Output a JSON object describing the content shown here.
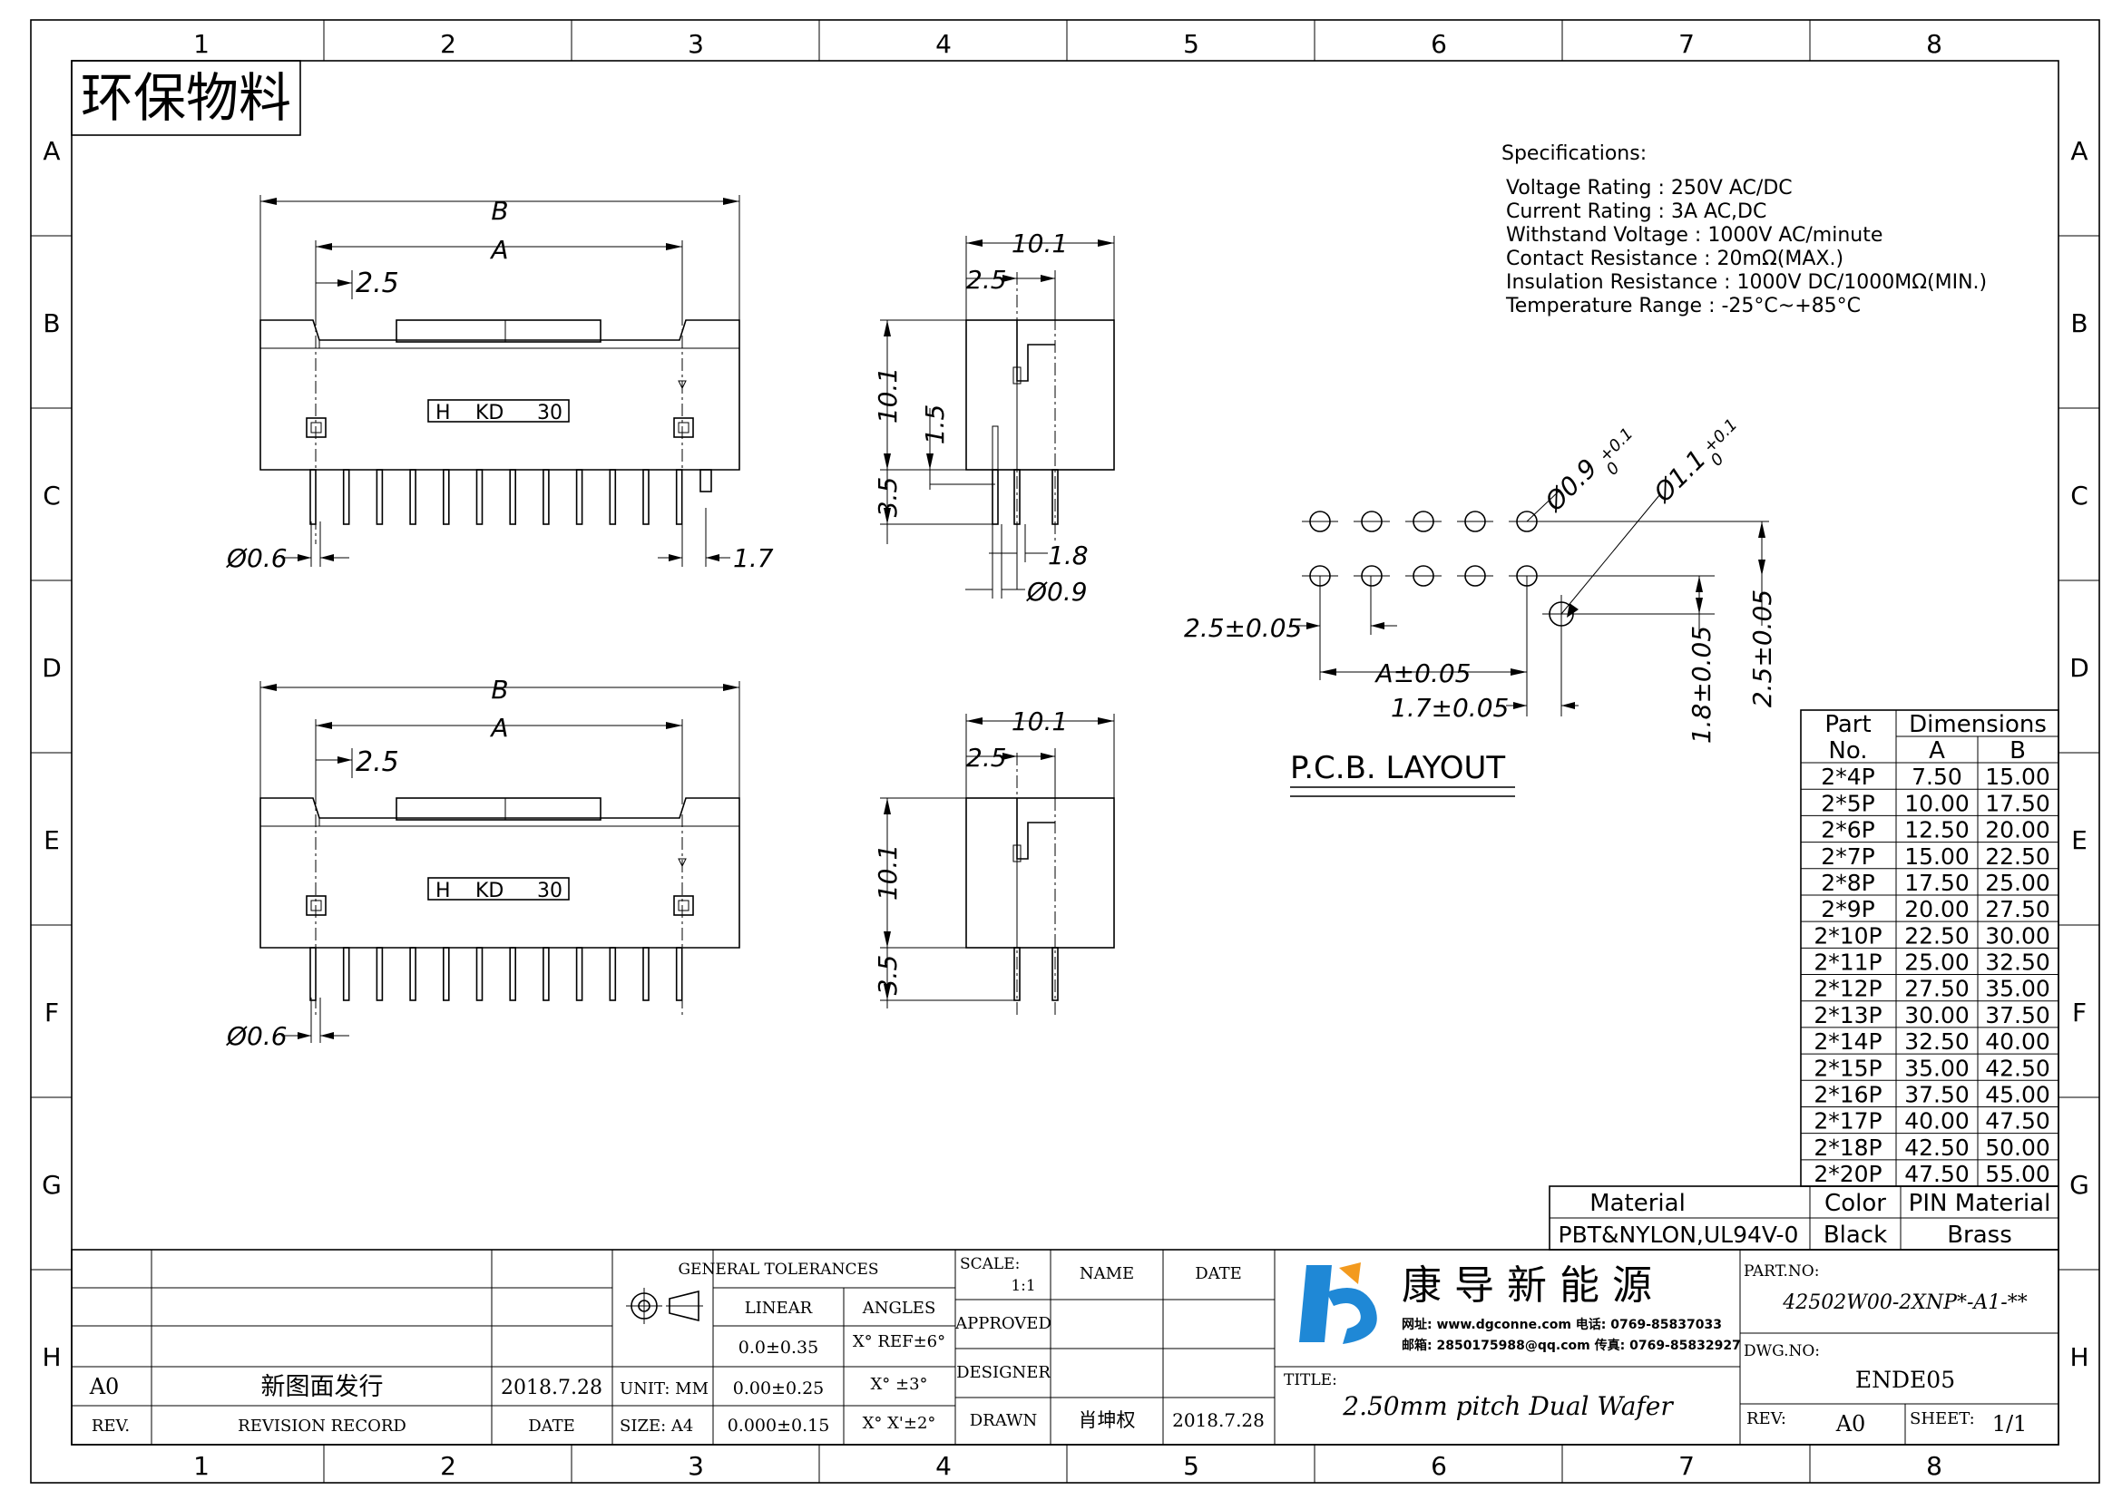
{
  "border": {
    "columns": [
      "1",
      "2",
      "3",
      "4",
      "5",
      "6",
      "7",
      "8"
    ],
    "rows": [
      "A",
      "B",
      "C",
      "D",
      "E",
      "F",
      "G",
      "H"
    ]
  },
  "stamp": "环保物料",
  "specifications": {
    "title": "Specifications:",
    "lines": [
      "Voltage Rating : 250V AC/DC",
      "Current Rating : 3A AC,DC",
      "Withstand Voltage : 1000V AC/minute",
      "Contact Resistance : 20mΩ(MAX.)",
      "Insulation Resistance : 1000V DC/1000MΩ(MIN.)",
      "Temperature Range : -25°C~+85°C"
    ]
  },
  "front_view": {
    "dim_b": "B",
    "dim_a": "A",
    "pitch": "2.5",
    "marking": [
      "H",
      "KD",
      "30"
    ],
    "pin_dia": "Ø0.6",
    "offset": "1.7"
  },
  "side_view": {
    "width": "10.1",
    "pitch": "2.5",
    "height": "10.1",
    "step": "1.5",
    "pin_length": "3.5",
    "pin_spacing": "1.8",
    "pin_dia": "Ø0.9"
  },
  "front_view_2": {
    "dim_b": "B",
    "dim_a": "A",
    "pitch": "2.5",
    "marking": [
      "H",
      "KD",
      "30"
    ],
    "pin_dia": "Ø0.6"
  },
  "side_view_2": {
    "width": "10.1",
    "pitch": "2.5",
    "height": "10.1",
    "pin_length": "3.5"
  },
  "pcb": {
    "hole_small": "Ø0.9",
    "hole_small_tol": "+0.1",
    "hole_small_tol2": "0",
    "hole_big": "Ø1.1",
    "hole_big_tol": "+0.1",
    "hole_big_tol2": "0",
    "pitch": "2.5±0.05",
    "dim_a": "A±0.05",
    "dim_offset": "1.7±0.05",
    "dim_vert1": "1.8±0.05",
    "dim_vert2": "2.5±0.05",
    "title": "P.C.B.  LAYOUT"
  },
  "dimension_table": {
    "header_part": "Part",
    "header_no": "No.",
    "header_dims": "Dimensions",
    "header_a": "A",
    "header_b": "B",
    "rows": [
      {
        "part": "2*4P",
        "a": "7.50",
        "b": "15.00"
      },
      {
        "part": "2*5P",
        "a": "10.00",
        "b": "17.50"
      },
      {
        "part": "2*6P",
        "a": "12.50",
        "b": "20.00"
      },
      {
        "part": "2*7P",
        "a": "15.00",
        "b": "22.50"
      },
      {
        "part": "2*8P",
        "a": "17.50",
        "b": "25.00"
      },
      {
        "part": "2*9P",
        "a": "20.00",
        "b": "27.50"
      },
      {
        "part": "2*10P",
        "a": "22.50",
        "b": "30.00"
      },
      {
        "part": "2*11P",
        "a": "25.00",
        "b": "32.50"
      },
      {
        "part": "2*12P",
        "a": "27.50",
        "b": "35.00"
      },
      {
        "part": "2*13P",
        "a": "30.00",
        "b": "37.50"
      },
      {
        "part": "2*14P",
        "a": "32.50",
        "b": "40.00"
      },
      {
        "part": "2*15P",
        "a": "35.00",
        "b": "42.50"
      },
      {
        "part": "2*16P",
        "a": "37.50",
        "b": "45.00"
      },
      {
        "part": "2*17P",
        "a": "40.00",
        "b": "47.50"
      },
      {
        "part": "2*18P",
        "a": "42.50",
        "b": "50.00"
      },
      {
        "part": "2*20P",
        "a": "47.50",
        "b": "55.00"
      }
    ]
  },
  "material_table": {
    "h_material": "Material",
    "h_color": "Color",
    "h_pin": "PIN  Material",
    "v_material": "PBT&NYLON,UL94V-0",
    "v_color": "Black",
    "v_pin": "Brass"
  },
  "title_block": {
    "rev_code": "A0",
    "rev_desc": "新图面发行",
    "rev_date": "2018.7.28",
    "h_rev": "REV.",
    "h_record": "REVISION RECORD",
    "h_date": "DATE",
    "unit": "UNIT: MM",
    "size": "SIZE: A4",
    "tol_title": "GENERAL TOLERANCES",
    "tol_linear": "LINEAR",
    "tol_angles": "ANGLES",
    "tol_l1": "0.0±0.35",
    "tol_l2": "0.00±0.25",
    "tol_l3": "0.000±0.15",
    "tol_a1": "X° REF±6°",
    "tol_a2": "X° ±3°",
    "tol_a3": "X° X'±2°",
    "scale_label": "SCALE:",
    "scale_value": "1:1",
    "h_name": "NAME",
    "h_date2": "DATE",
    "approved": "APPROVED",
    "designer": "DESIGNER",
    "drawn": "DRAWN",
    "drawn_name": "肖坤权",
    "drawn_date": "2018.7.28",
    "company": "康 导 新 能 源",
    "contact_1": "网址: www.dgconne.com  电话: 0769-85837033",
    "contact_2": "邮箱: 2850175988@qq.com  传真: 0769-85832927",
    "title_label": "TITLE:",
    "title_text": "2.50mm pitch Dual Wafer",
    "part_no_label": "PART.NO:",
    "part_no": "42502W00-2XNP*-A1-**",
    "dwg_no_label": "DWG.NO:",
    "dwg_no": "ENDE05",
    "rev_label": "REV:",
    "rev_value": "A0",
    "sheet_label": "SHEET:",
    "sheet_value": "1/1"
  },
  "colors": {
    "logo_blue": "#1f88d6",
    "logo_orange": "#f39a1e",
    "ink": "#000000"
  }
}
